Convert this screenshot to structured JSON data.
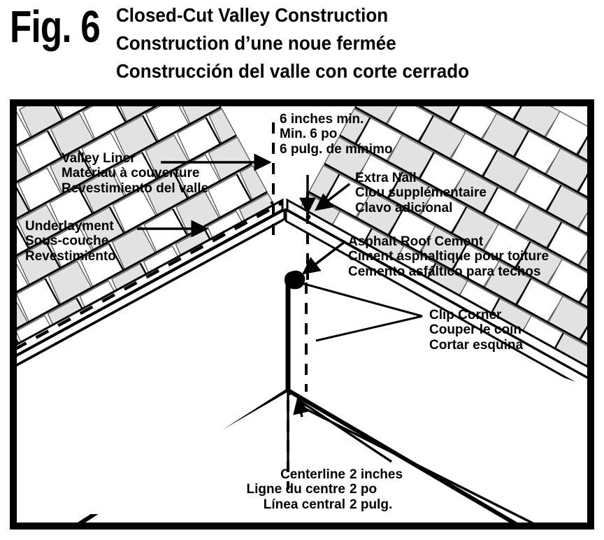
{
  "figure": {
    "number_label": "Fig. 6",
    "titles": [
      "Closed-Cut Valley Construction",
      "Construction d’une noue fermée",
      "Construcción del valle con corte cerrado"
    ]
  },
  "callouts": {
    "valley_liner": {
      "en": "Valley Liner",
      "fr": "Matériau à couverture",
      "es": "Revestimiento del valle"
    },
    "underlayment": {
      "en": "Underlayment",
      "fr": "Sous-couche",
      "es": "Revestimiento"
    },
    "six_inches": {
      "en": "6 inches min.",
      "fr": "Min. 6 po",
      "es": "6 pulg. de mínimo"
    },
    "extra_nail": {
      "en": "Extra Nail",
      "fr": "Clou supplémentaire",
      "es": "Clavo adicional"
    },
    "asphalt_cement": {
      "en": "Asphalt Roof Cement",
      "fr": "Ciment asphaltique pour toiture",
      "es": "Cemento asfáltico para techos"
    },
    "clip_corner": {
      "en": "Clip Corner",
      "fr": "Couper le coin",
      "es": "Cortar esquina"
    },
    "centerline": {
      "en": "Centerline",
      "fr": "Ligne du centre",
      "es": "Línea central"
    },
    "two_inches": {
      "en": "2 inches",
      "fr": "2 po",
      "es": "2 pulg."
    }
  },
  "colors": {
    "ink": "#000000",
    "paper": "#ffffff",
    "shingle_shade": "#e2e2e2",
    "shingle_light": "#ffffff",
    "shingle_outline": "#555555"
  },
  "icons": {
    "arrow": "arrow-head",
    "dashed_rule": "dashed-line",
    "cement_blob": "asphalt-cement-blob"
  }
}
